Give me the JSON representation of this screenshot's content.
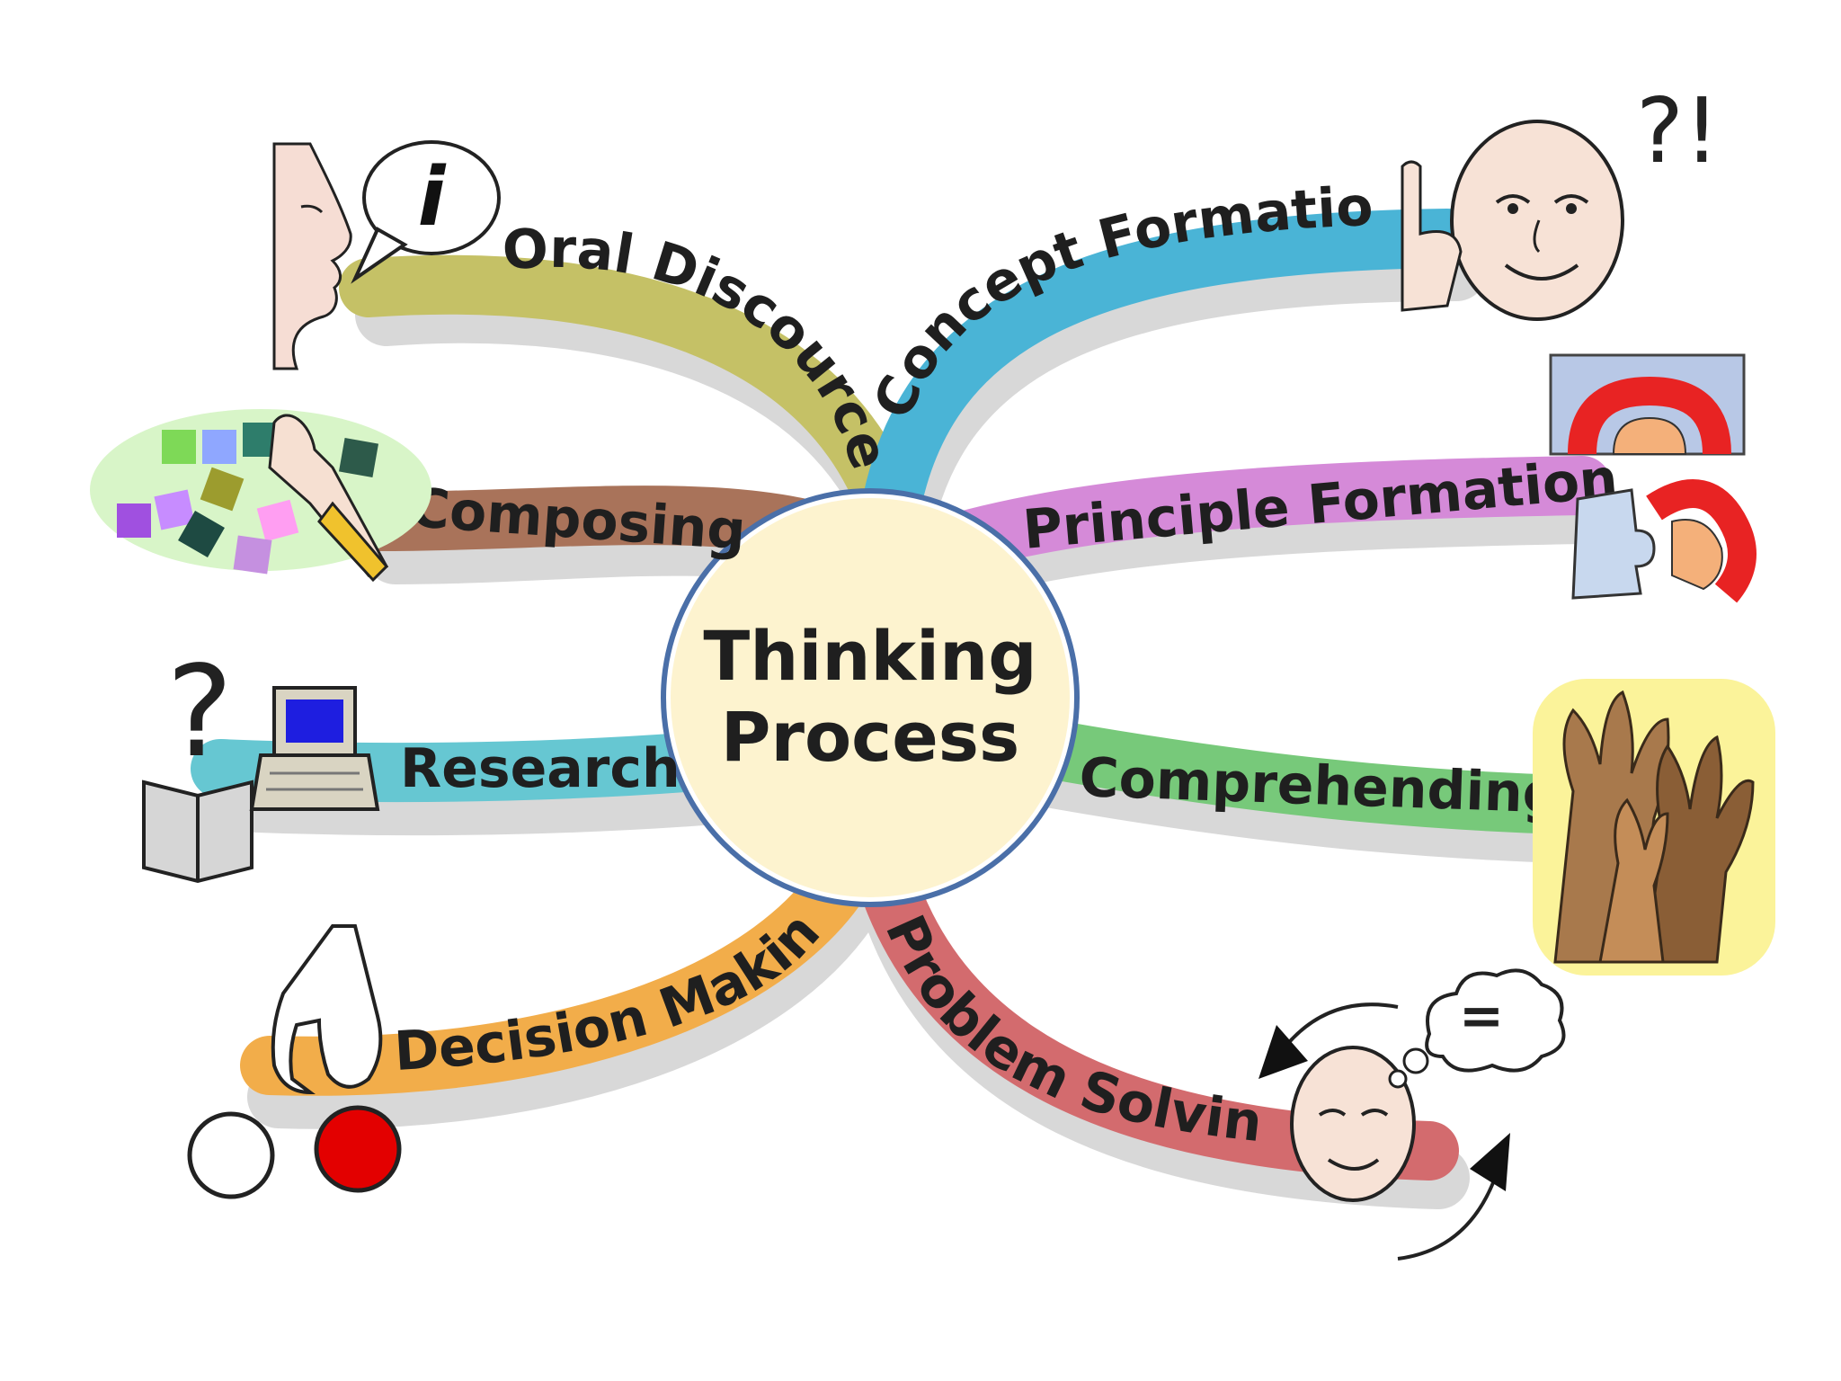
{
  "center": {
    "line1": "Thinking",
    "line2": "Process"
  },
  "branches": {
    "oral_discource": {
      "label": "Oral Discource",
      "color": "#c5c166",
      "icon": "speaking-face-info-icon"
    },
    "composing": {
      "label": "Composing",
      "color": "#a9735a",
      "icon": "hand-with-sticky-notes-icon"
    },
    "research": {
      "label": "Research",
      "color": "#66c7d2",
      "icon": "book-and-computer-icon"
    },
    "decision_making": {
      "label": "Decision Making",
      "color": "#f2ad4a",
      "icon": "hand-choosing-circles-icon"
    },
    "concept_formation": {
      "label": "Concept Formation",
      "color": "#4ab4d6",
      "icon": "thinking-face-icon"
    },
    "principle_formation": {
      "label": "Principle Formation",
      "color": "#d58ad8",
      "icon": "puzzle-pieces-icon"
    },
    "comprehending": {
      "label": "Comprehending",
      "color": "#77c97a",
      "icon": "raised-hands-icon"
    },
    "problem_solving": {
      "label": "Problem Solving",
      "color": "#d36b6e",
      "icon": "face-thought-bubble-icon"
    }
  },
  "icon_glyphs": {
    "info": "i",
    "question_exclaim": "?!",
    "question": "?",
    "equals": "="
  }
}
